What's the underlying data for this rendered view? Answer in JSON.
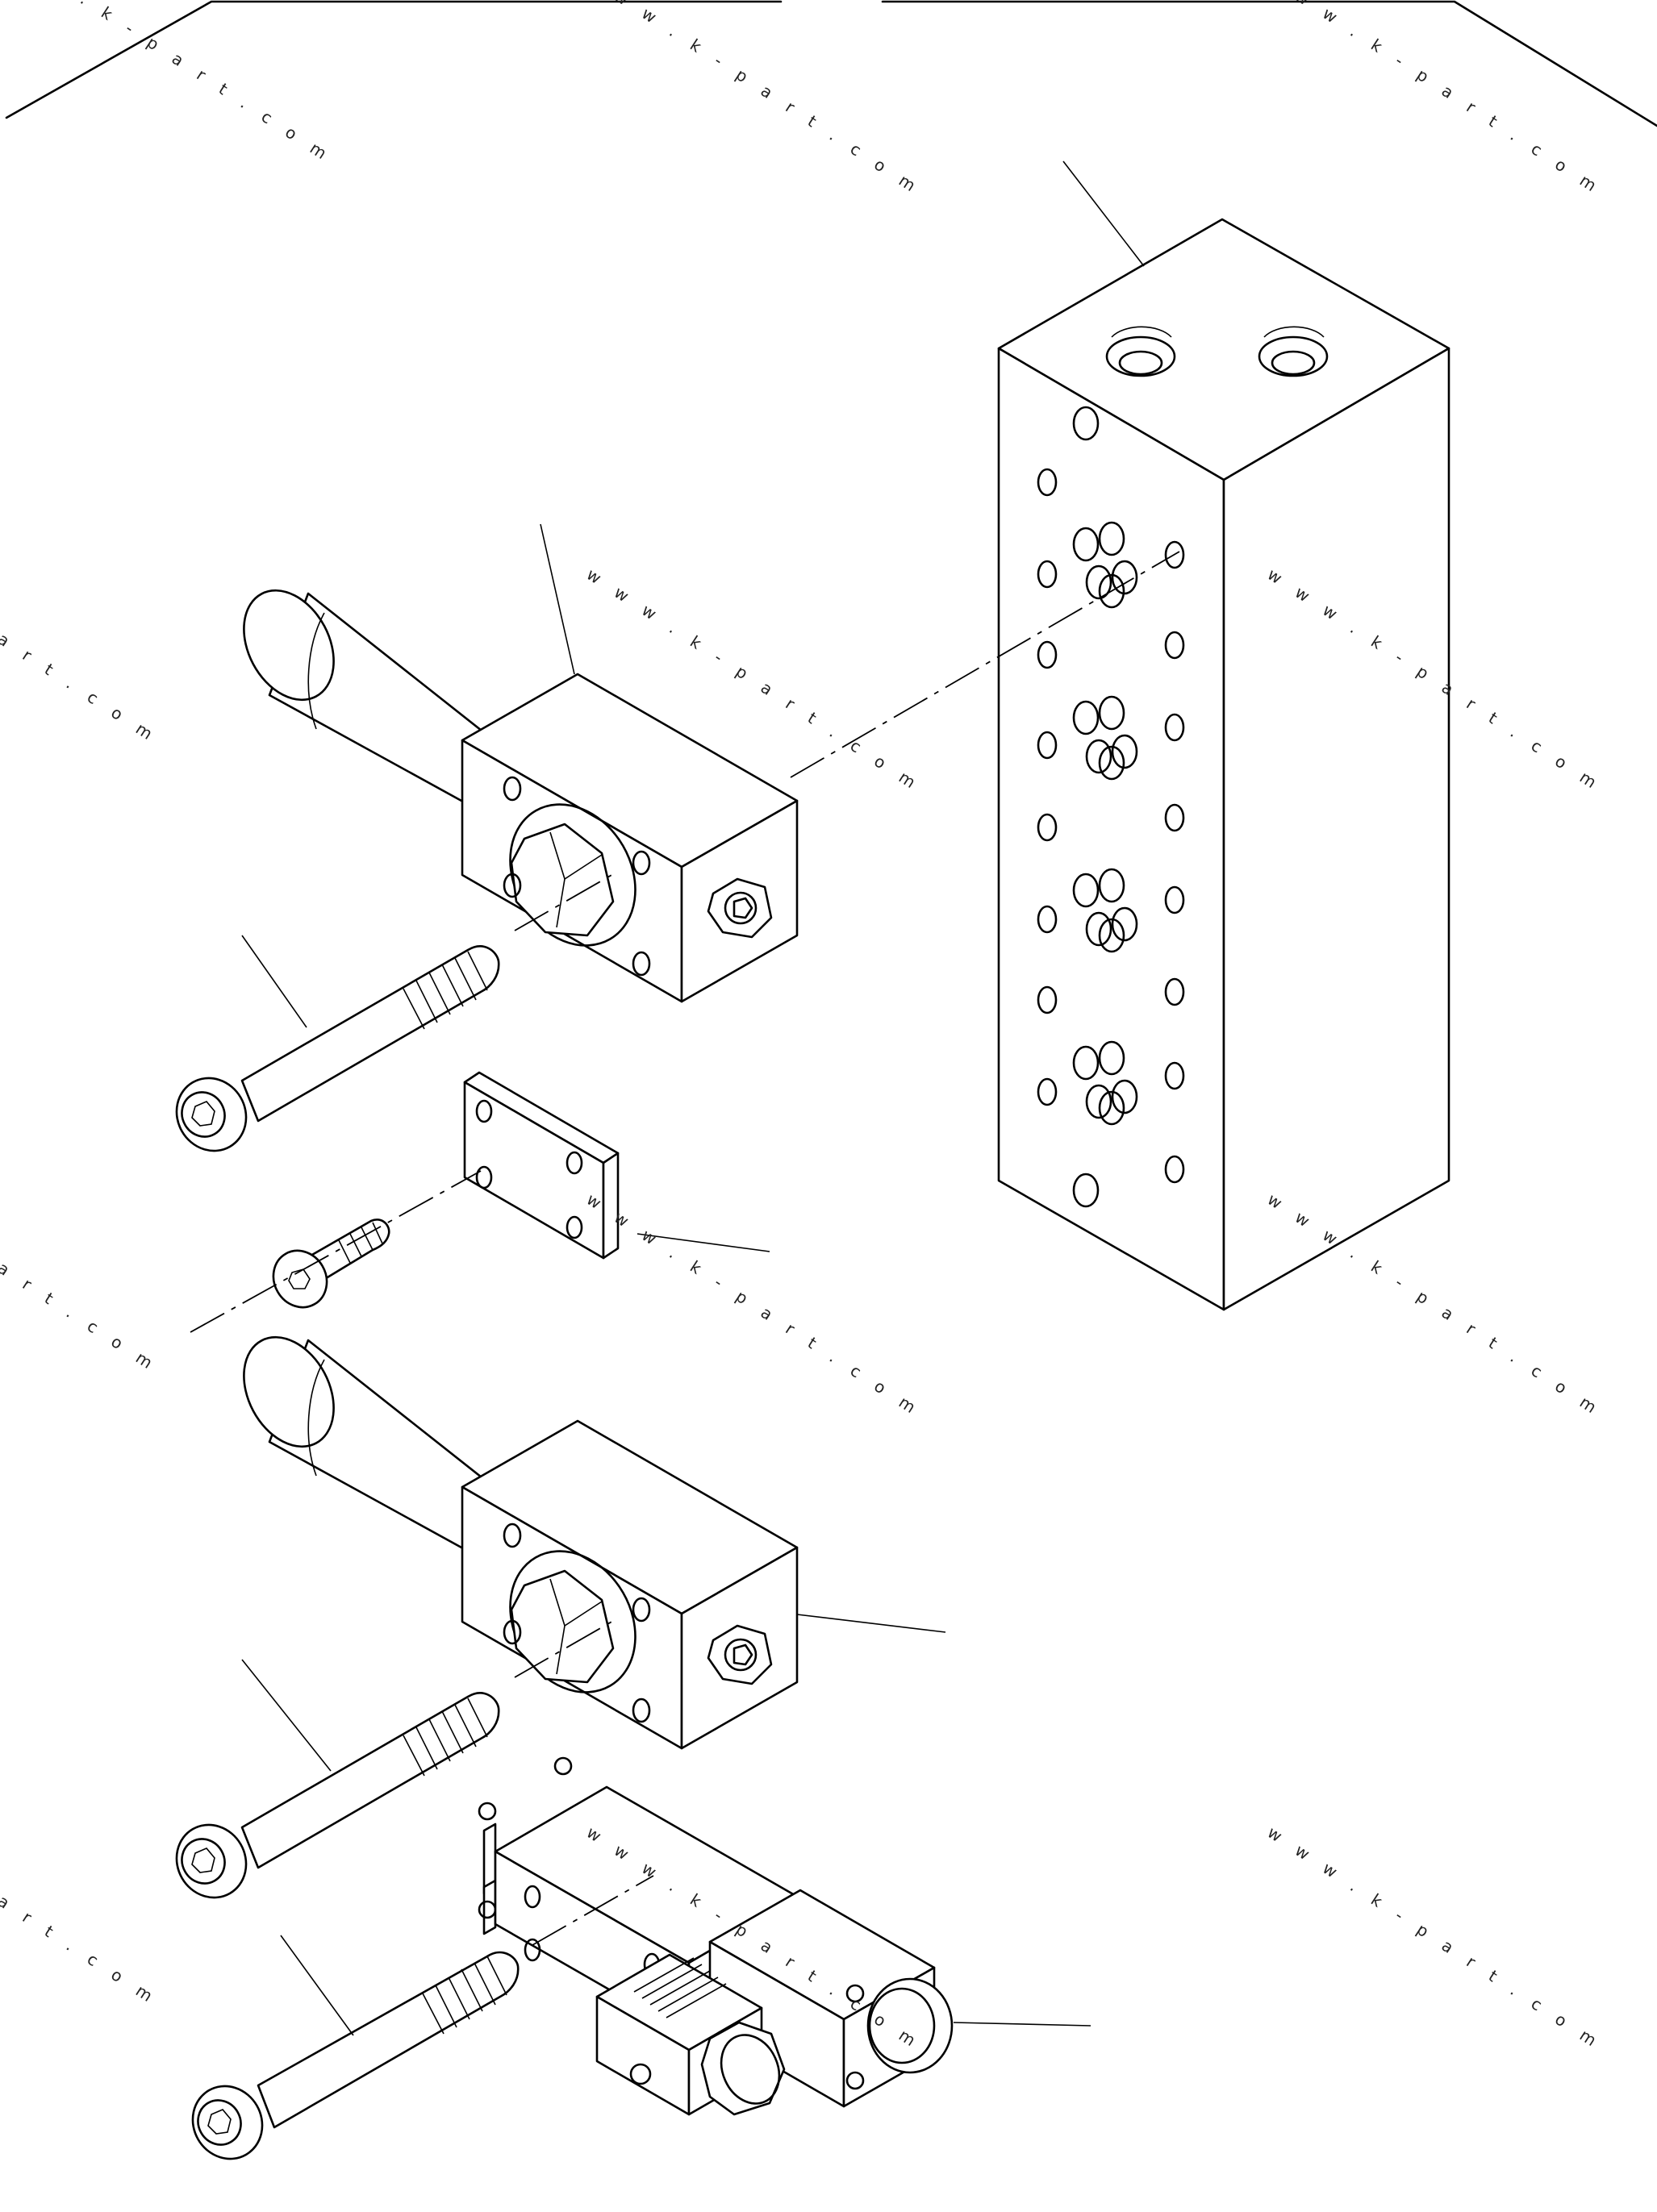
{
  "watermark": {
    "text": "w w w . k - p a r t . c o m",
    "partial_text": "a r t . c o m"
  },
  "parts": [
    {
      "id": "manifold-block",
      "name": "valve manifold block"
    },
    {
      "id": "upper-valve",
      "name": "upper cartridge valve"
    },
    {
      "id": "lower-valve",
      "name": "lower cartridge valve"
    },
    {
      "id": "solenoid-valve",
      "name": "solenoid valve"
    },
    {
      "id": "cover-plate",
      "name": "cover plate"
    },
    {
      "id": "bolts",
      "name": "socket head cap screws"
    }
  ]
}
